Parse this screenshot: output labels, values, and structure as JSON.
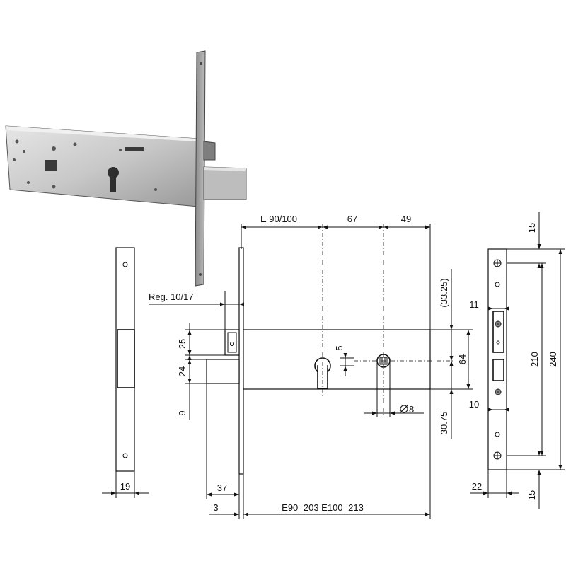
{
  "dimensions": {
    "backset": "E 90/100",
    "center_distance": "67",
    "right_offset": "49",
    "latch_adjust": "Reg. 10/17",
    "cyl_top": "(33.25)",
    "cyl_bottom": "30.75",
    "case_height": "64",
    "cyl_offset": "5",
    "latch_height": "25",
    "bolt_height": "24",
    "bolt_gap": "9",
    "bolt_throw": "37",
    "plate_thickness": "3",
    "case_length": "E90=203  E100=213",
    "spindle_dia": "8",
    "strike_width": "19",
    "faceplate_width": "22",
    "top_margin": "15",
    "bottom_margin": "15",
    "screw_span": "210",
    "plate_height": "240",
    "upper_slot_inset": "11",
    "lower_slot_inset": "10"
  },
  "colors": {
    "line": "#111111",
    "steel_light": "#d4d4d4",
    "steel_dark": "#8c8c8c"
  }
}
